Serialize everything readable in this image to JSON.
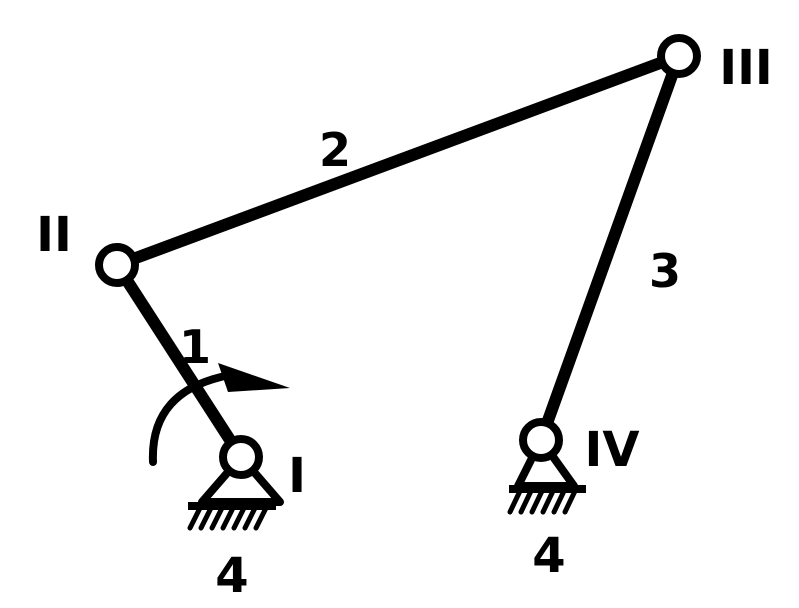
{
  "diagram": {
    "links": [
      {
        "id": "1",
        "label": "1"
      },
      {
        "id": "2",
        "label": "2"
      },
      {
        "id": "3",
        "label": "3"
      }
    ],
    "joints": [
      {
        "id": "I",
        "label": "I"
      },
      {
        "id": "II",
        "label": "II"
      },
      {
        "id": "III",
        "label": "III"
      },
      {
        "id": "IV",
        "label": "IV"
      }
    ],
    "ground": [
      {
        "label": "4"
      },
      {
        "label": "4"
      }
    ],
    "colors": {
      "ink": "#000000",
      "background": "#ffffff"
    }
  }
}
